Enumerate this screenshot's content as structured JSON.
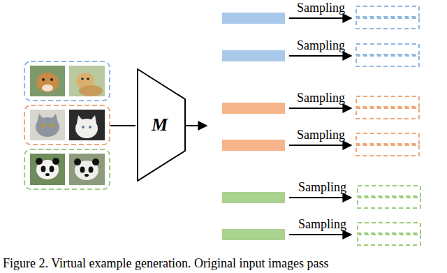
{
  "diagram": {
    "caption": "Figure 2. Virtual example generation. Original input images pass",
    "nodes": [
      {
        "text": [
          "M"
        ]
      }
    ],
    "labels": [
      "Sampling",
      "Sampling",
      "Sampling",
      "Sampling",
      "Sampling",
      "Sampling"
    ]
  }
}
